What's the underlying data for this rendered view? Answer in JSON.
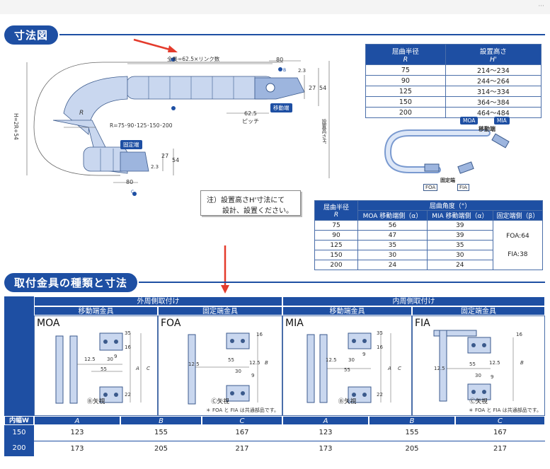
{
  "section1": {
    "title": "寸法図"
  },
  "section2": {
    "title": "取付金具の種類と寸法"
  },
  "diagram": {
    "total_length": "全長=62.5×リンク数",
    "radius_label": "R",
    "radius_values": "R=75･90･125･150･200",
    "height_label": "H=2R+54",
    "install_height": "設置高さH'",
    "pitch_value": "62.5",
    "pitch_label": "ピッチ",
    "moving_end": "移動端",
    "fixed_end": "固定端",
    "dim_80_top": "80",
    "dim_80_bottom": "80",
    "dim_23": "2.3",
    "dim_27": "27",
    "dim_54": "54",
    "mark_a": "A",
    "mark_b": "B",
    "mark_c": "C"
  },
  "table1": {
    "col1_header": "屈曲半径",
    "col1_sub": "R",
    "col2_header": "設置高さ",
    "col2_sub": "H'",
    "rows": [
      [
        "75",
        "214～234"
      ],
      [
        "90",
        "244～264"
      ],
      [
        "125",
        "314～334"
      ],
      [
        "150",
        "364～384"
      ],
      [
        "200",
        "464～484"
      ]
    ]
  },
  "mini_diagram": {
    "moa": "MOA",
    "mia": "MIA",
    "moving_end": "移動端",
    "fixed_end": "固定端",
    "foa": "FOA",
    "fia": "FIA"
  },
  "note": {
    "line1": "注）設置高さH'寸法にて",
    "line2": "設計、設置ください。"
  },
  "table2": {
    "h_radius": "屈曲半径",
    "h_radius_sub": "R",
    "h_angle": "屈曲角度（°）",
    "h_moa": "MOA 移動端側（α）",
    "h_mia": "MIA 移動端側（α）",
    "h_fixed": "固定端側（β）",
    "rows": [
      [
        "75",
        "56",
        "39"
      ],
      [
        "90",
        "47",
        "39"
      ],
      [
        "125",
        "35",
        "35"
      ],
      [
        "150",
        "30",
        "30"
      ],
      [
        "200",
        "24",
        "24"
      ]
    ],
    "foa_value": "FOA:64",
    "fia_value": "FIA:38"
  },
  "bottom": {
    "outer_mount": "外周側取付け",
    "inner_mount": "内周側取付け",
    "moving_fitting": "移動端金具",
    "fixed_fitting": "固定端金具",
    "panels": [
      {
        "name": "MOA",
        "caption": "Ⓑ矢視",
        "note": ""
      },
      {
        "name": "FOA",
        "caption": "Ⓒ矢視",
        "note": "＊ FOA と FIA は共通部品です。"
      },
      {
        "name": "MIA",
        "caption": "Ⓑ矢視",
        "note": ""
      },
      {
        "name": "FIA",
        "caption": "Ⓒ矢視",
        "note": "＊ FOA と FIA は共通部品です。"
      }
    ],
    "dims": {
      "d35": "35",
      "d16": "16",
      "d12_5": "12.5",
      "d9": "9",
      "d30": "30",
      "d55": "55",
      "d22": "22",
      "a": "A",
      "b": "B",
      "c": "C"
    },
    "width_label": "内幅W",
    "col_headers": [
      "A",
      "B",
      "C",
      "A",
      "B",
      "C"
    ],
    "rows": [
      {
        "w": "150",
        "values": [
          "123",
          "155",
          "167",
          "123",
          "155",
          "167"
        ]
      },
      {
        "w": "200",
        "values": [
          "173",
          "205",
          "217",
          "173",
          "205",
          "217"
        ]
      }
    ]
  }
}
